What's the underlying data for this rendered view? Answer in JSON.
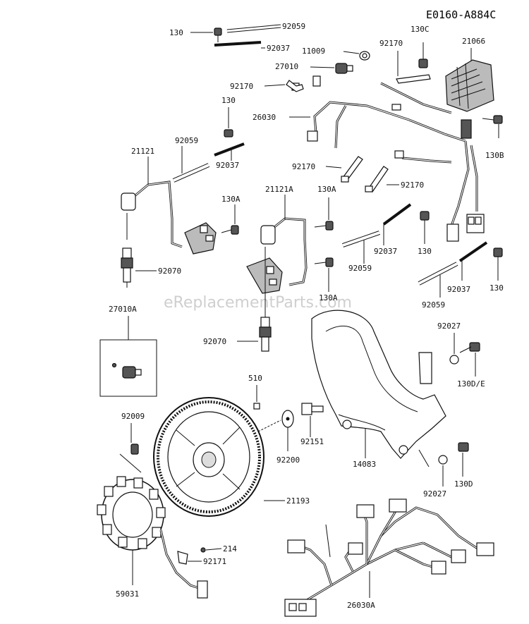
{
  "diagram_code": "E0160-A884C",
  "watermark": "eReplacementParts.com",
  "labels": {
    "l_130_a": "130",
    "l_92059_a": "92059",
    "l_92037_a": "92037",
    "l_11009": "11009",
    "l_130c": "130C",
    "l_92170_a": "92170",
    "l_21066": "21066",
    "l_27010": "27010",
    "l_92170_b": "92170",
    "l_130_b": "130",
    "l_26030": "26030",
    "l_92059_b": "92059",
    "l_21121": "21121",
    "l_92037_b": "92037",
    "l_130a_a": "130A",
    "l_130b": "130B",
    "l_92170_c": "92170",
    "l_21121a": "21121A",
    "l_130a_b": "130A",
    "l_92170_d": "92170",
    "l_92070_a": "92070",
    "l_130_c": "130",
    "l_92037_c": "92037",
    "l_92059_c": "92059",
    "l_92037_d": "92037",
    "l_130_d": "130",
    "l_130a_c": "130A",
    "l_92059_d": "92059",
    "l_27010a": "27010A",
    "l_92027_a": "92027",
    "l_92070_b": "92070",
    "l_130de": "130D/E",
    "l_510": "510",
    "l_92009": "92009",
    "l_92151": "92151",
    "l_92200": "92200",
    "l_14083": "14083",
    "l_130d": "130D",
    "l_92027_b": "92027",
    "l_21193": "21193",
    "l_214": "214",
    "l_92171": "92171",
    "l_59031": "59031",
    "l_26030a": "26030A"
  }
}
